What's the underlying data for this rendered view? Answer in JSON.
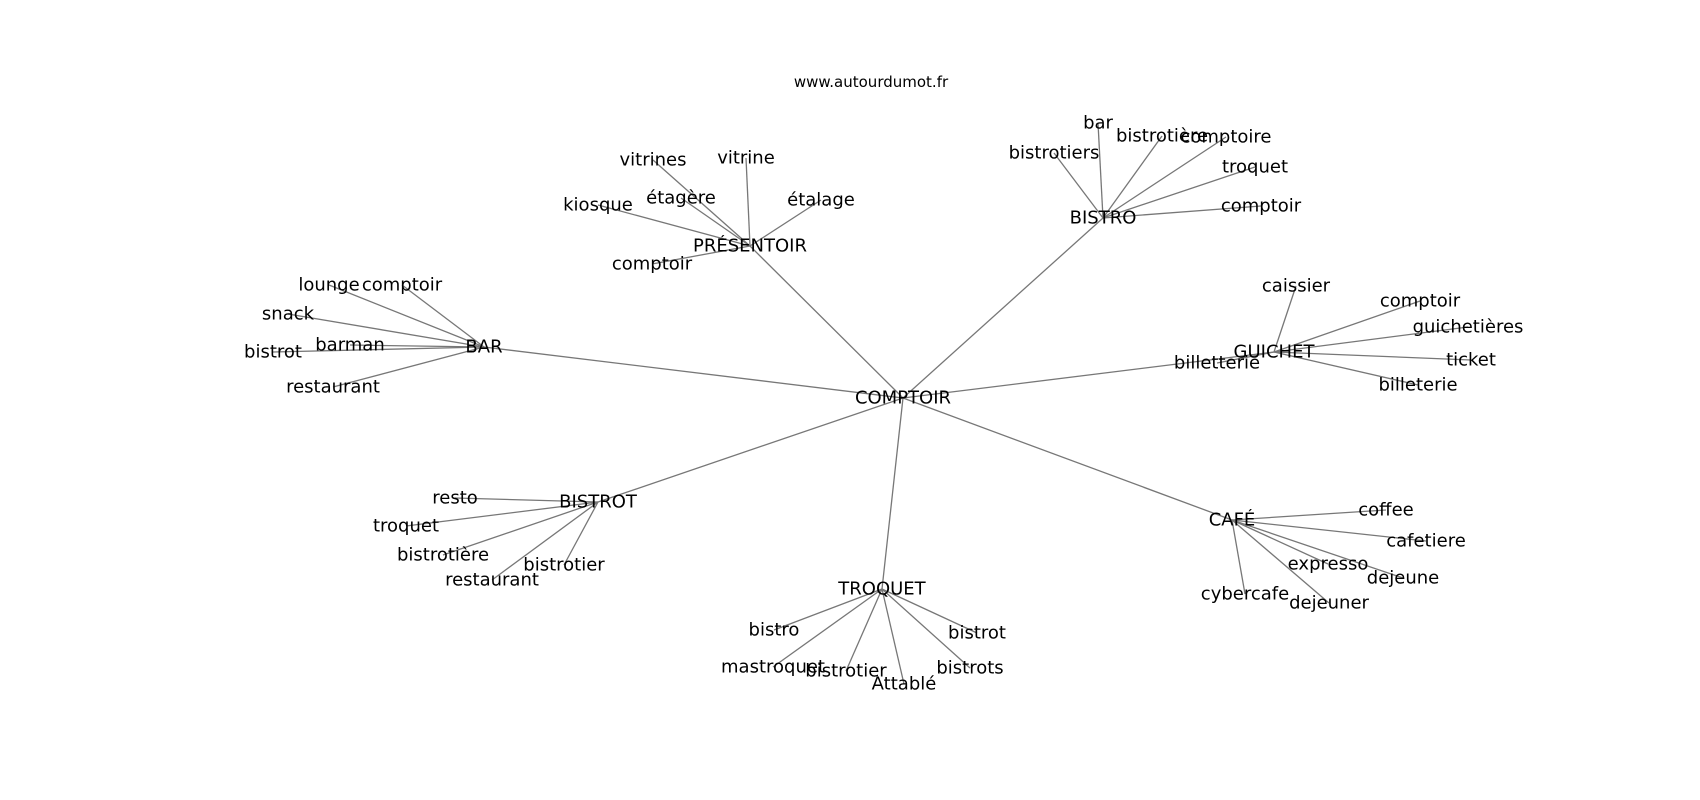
{
  "source": "www.autourdumot.fr",
  "center": "COMPTOIR",
  "groups": [
    {
      "label": "PRÉSENTOIR",
      "children": [
        "vitrines",
        "vitrine",
        "étagère",
        "étalage",
        "kiosque",
        "comptoir"
      ]
    },
    {
      "label": "BISTRO",
      "children": [
        "bar",
        "bistrotière",
        "comptoire",
        "bistrotiers",
        "troquet",
        "comptoir"
      ]
    },
    {
      "label": "BAR",
      "children": [
        "lounge",
        "comptoir",
        "snack",
        "barman",
        "bistrot",
        "restaurant"
      ]
    },
    {
      "label": "GUICHET",
      "children": [
        "caissier",
        "comptoir",
        "guichetières",
        "ticket",
        "billetterie",
        "billeterie"
      ]
    },
    {
      "label": "BISTROT",
      "children": [
        "resto",
        "troquet",
        "bistrotière",
        "bistrotier",
        "restaurant"
      ]
    },
    {
      "label": "CAFÉ",
      "children": [
        "coffee",
        "cafetiere",
        "expresso",
        "dejeune",
        "cybercafe",
        "dejeuner"
      ]
    },
    {
      "label": "TROQUET",
      "children": [
        "bistro",
        "bistrot",
        "mastroquet",
        "bistrotier",
        "bistrots",
        "Attablé"
      ]
    }
  ]
}
